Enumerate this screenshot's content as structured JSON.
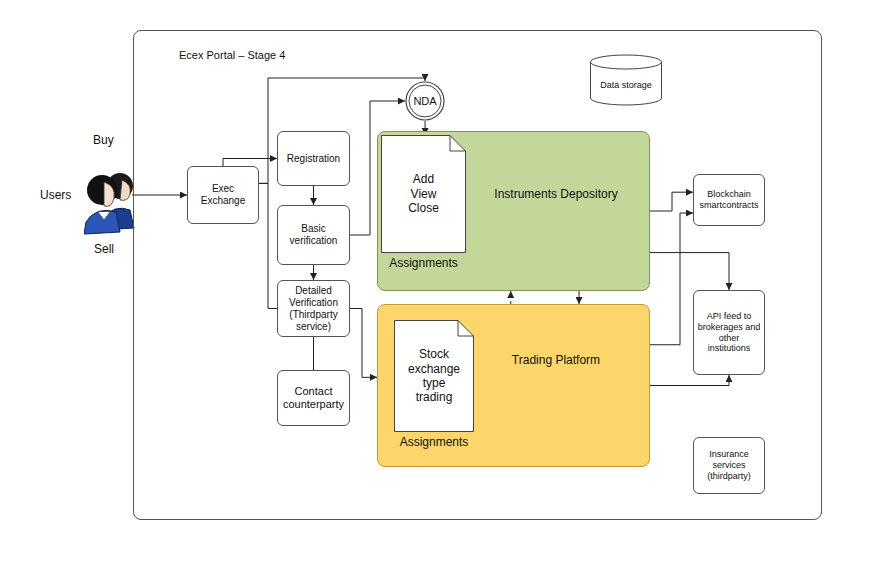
{
  "diagram": {
    "nodes": [
      {
        "text": [
          "Ecex Portal – Stage 4"
        ]
      },
      {
        "text": [
          "Users"
        ]
      },
      {
        "text": [
          "Exec Exchange"
        ],
        "in": 0
      },
      {
        "text": [
          "Registration"
        ],
        "in": 0
      },
      {
        "text": [
          "Basic verification"
        ],
        "in": 0
      },
      {
        "text": [
          "Detailed Verification (Thirdparty service)"
        ],
        "in": 0
      },
      {
        "text": [
          "Contact counterparty"
        ],
        "in": 0
      },
      {
        "text": [
          "NDA"
        ],
        "in": 0
      },
      {
        "text": [
          "Data storage"
        ],
        "in": 0
      },
      {
        "text": [
          "Instruments Depository"
        ],
        "in": 0
      },
      {
        "text": [
          "Add View Close",
          "Assignments"
        ],
        "in": 9
      },
      {
        "text": [
          "Trading Platform"
        ],
        "in": 0
      },
      {
        "text": [
          "Stock exchange type trading",
          "Assignments"
        ],
        "in": 11
      },
      {
        "text": [
          "Blockchain smartcontracts"
        ],
        "in": 0
      },
      {
        "text": [
          "API feed to brokerages and other institutions"
        ],
        "in": 0
      },
      {
        "text": [
          "Insurance services (thirdparty)"
        ],
        "in": 0
      }
    ],
    "edges": [
      {
        "from": 1,
        "to": 2,
        "arrow": "to"
      },
      {
        "from": 2,
        "to": 3,
        "arrow": "to"
      },
      {
        "from": 2,
        "to": 7,
        "arrow": "to"
      },
      {
        "from": 2,
        "to": 5,
        "arrow": "none"
      },
      {
        "from": 3,
        "to": 4,
        "arrow": "to"
      },
      {
        "from": 4,
        "to": 5,
        "arrow": "to"
      },
      {
        "from": 4,
        "to": 7,
        "arrow": "to"
      },
      {
        "from": 7,
        "to": 10,
        "arrow": "to"
      },
      {
        "from": 5,
        "to": 11,
        "arrow": "to"
      },
      {
        "from": 6,
        "to": 5,
        "arrow": "none"
      },
      {
        "from": 11,
        "to": 9,
        "arrow": "to"
      },
      {
        "from": 9,
        "to": 11,
        "arrow": "to"
      },
      {
        "from": 9,
        "to": 13,
        "arrow": "to"
      },
      {
        "from": 11,
        "to": 13,
        "arrow": "to"
      },
      {
        "from": 9,
        "to": 14,
        "arrow": "to"
      },
      {
        "from": 11,
        "to": 14,
        "arrow": "to"
      }
    ],
    "labels": [
      "Buy",
      "Sell"
    ]
  }
}
